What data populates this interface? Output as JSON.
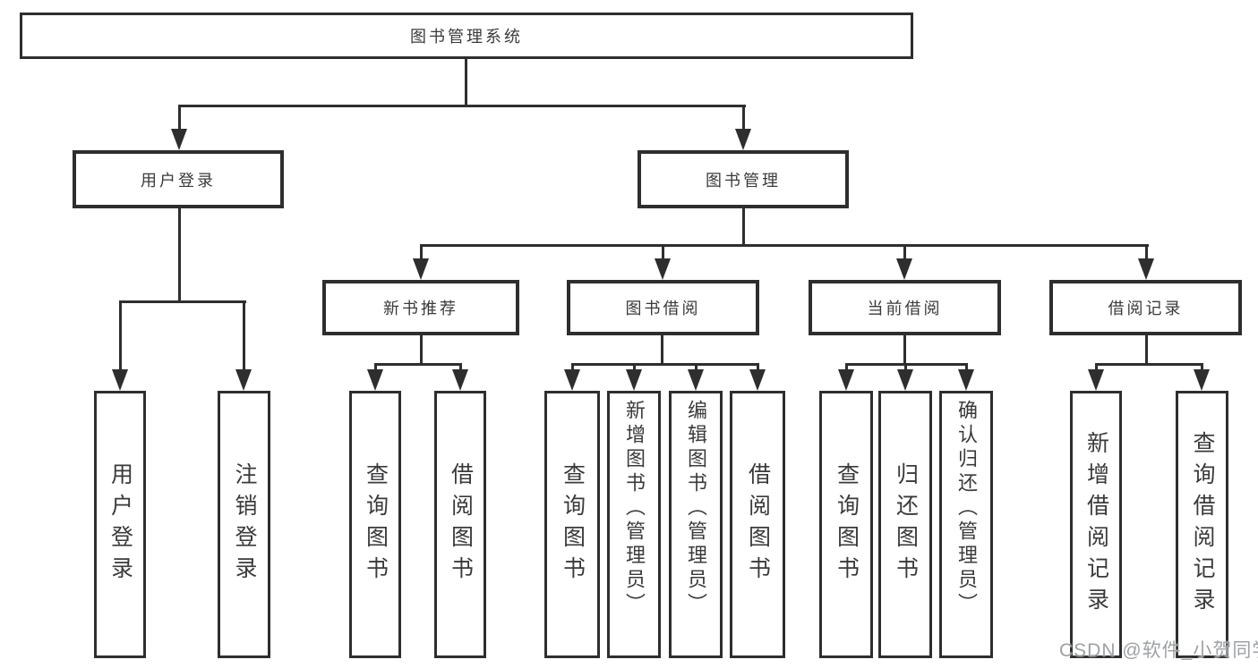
{
  "tree": {
    "root": {
      "label": "图书管理系统"
    },
    "level2": [
      {
        "label": "用户登录"
      },
      {
        "label": "图书管理"
      }
    ],
    "level3": [
      {
        "label": "新书推荐"
      },
      {
        "label": "图书借阅"
      },
      {
        "label": "当前借阅"
      },
      {
        "label": "借阅记录"
      }
    ],
    "leaves": {
      "user_login": [
        "用户登录",
        "注销登录"
      ],
      "new_book": [
        "查询图书",
        "借阅图书"
      ],
      "borrow": [
        "查询图书",
        "新增图书（管理员）",
        "编辑图书（管理员）",
        "借阅图书"
      ],
      "current": [
        "查询图书",
        "归还图书",
        "确认归还（管理员）"
      ],
      "records": [
        "新增借阅记录",
        "查询借阅记录"
      ]
    }
  },
  "watermark": {
    "text": "CSDN @软件_小贺同学"
  },
  "colors": {
    "stroke": "#2e2e2e",
    "text": "#3a3a3c",
    "watermark": "#9ea1a4",
    "background": "#ffffff"
  }
}
